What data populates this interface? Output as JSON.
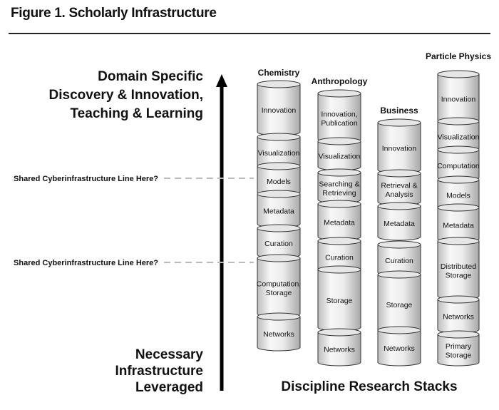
{
  "figure_title": "Figure 1. Scholarly Infrastructure",
  "axis": {
    "top_label": [
      "Domain Specific",
      "Discovery & Innovation,",
      "Teaching & Learning"
    ],
    "bottom_label": [
      "Necessary",
      "Infrastructure",
      "Leveraged"
    ]
  },
  "shared_lines": [
    {
      "label": "Shared Cyberinfrastructure Line Here?"
    },
    {
      "label": "Shared Cyberinfrastructure Line Here?"
    }
  ],
  "stacks_caption": "Discipline Research Stacks",
  "stacks": [
    {
      "name": "Chemistry",
      "layers": [
        [
          "Innovation"
        ],
        [
          "Visualization"
        ],
        [
          "Models"
        ],
        [
          "Metadata"
        ],
        [
          "Curation"
        ],
        [
          "Computation,",
          "Storage"
        ],
        [
          "Networks"
        ]
      ]
    },
    {
      "name": "Anthropology",
      "layers": [
        [
          "Innovation,",
          "Publication"
        ],
        [
          "Visualization"
        ],
        [
          "Searching &",
          "Retrieving"
        ],
        [
          "Metadata"
        ],
        [
          "Curation"
        ],
        [
          "Storage"
        ],
        [
          "Networks"
        ]
      ]
    },
    {
      "name": "Business",
      "layers": [
        [
          "Innovation"
        ],
        [
          "Retrieval &",
          "Analysis"
        ],
        [
          "Metadata"
        ],
        [
          "Curation"
        ],
        [
          "Storage"
        ],
        [
          "Networks"
        ]
      ]
    },
    {
      "name": "Particle Physics",
      "layers": [
        [
          "Innovation"
        ],
        [
          "Visualization"
        ],
        [
          "Computation"
        ],
        [
          "Models"
        ],
        [
          "Metadata"
        ],
        [
          "Distributed",
          "Storage"
        ],
        [
          "Networks"
        ],
        [
          "Primary",
          "Storage"
        ]
      ]
    }
  ],
  "colors": {
    "cylinder_body_light": "#f2f2f2",
    "cylinder_body_dark": "#b8b8b8",
    "cylinder_top": "#e6e6e6",
    "cylinder_stroke": "#333333",
    "arrow": "#000000",
    "dashed_line": "#bbbbbb",
    "rule": "#222222"
  }
}
